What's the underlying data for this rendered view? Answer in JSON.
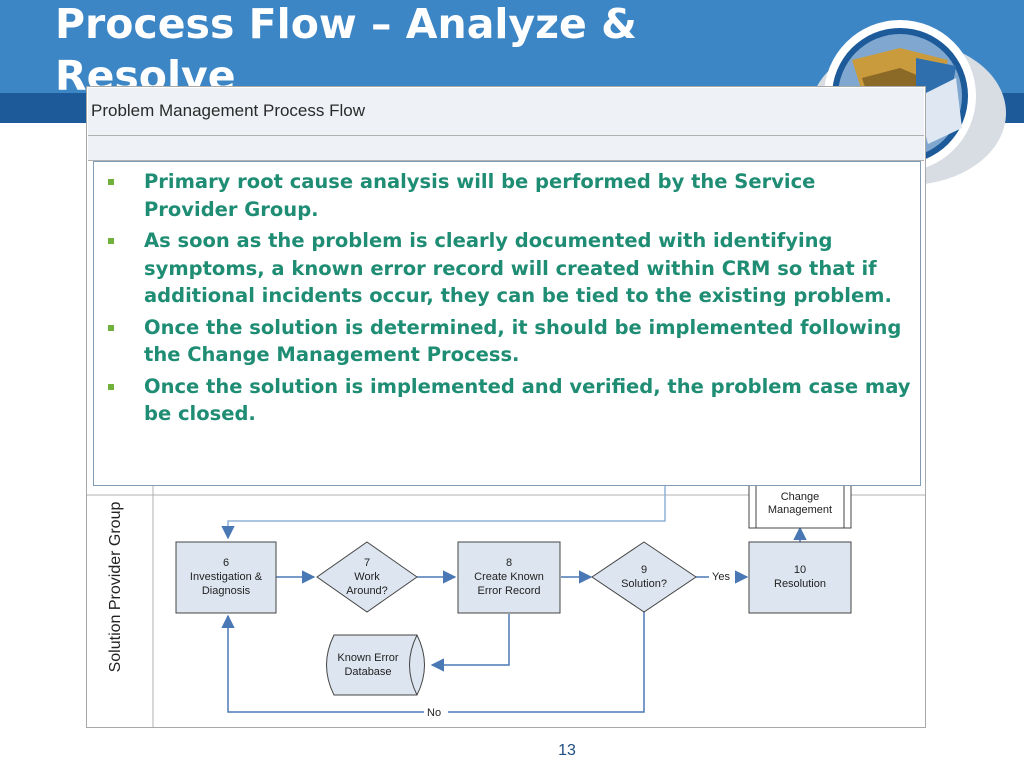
{
  "slide": {
    "title": "Process Flow – Analyze & Resolve",
    "page_number": "13"
  },
  "diagram": {
    "title": "Problem Management Process Flow",
    "lane_label": "Solution Provider Group",
    "nodes": {
      "change_mgmt": [
        "Change",
        "Management"
      ],
      "n6": [
        "6",
        "Investigation &",
        "Diagnosis"
      ],
      "n7": [
        "7",
        "Work",
        "Around?"
      ],
      "n8": [
        "8",
        "Create Known",
        "Error Record"
      ],
      "n9": [
        "9",
        "Solution?"
      ],
      "n10": [
        "10",
        "Resolution"
      ],
      "kedb": [
        "Known Error",
        "Database"
      ]
    },
    "edge_labels": {
      "yes": "Yes",
      "no": "No"
    }
  },
  "bullets": [
    "Primary root cause analysis will be performed by the Service Provider Group.",
    "As soon as the problem is clearly documented with identifying symptoms, a known error record will created within CRM so that if additional incidents occur, they can be tied to the existing problem.",
    "Once the solution is determined, it should be implemented following the Change Management Process.",
    "Once the solution is implemented and verified, the problem case may be closed."
  ],
  "colors": {
    "header": "#3d86c6",
    "header_dark": "#1c5a9a",
    "bullet_text": "#1f8d74",
    "bullet_mark": "#6fb13a",
    "node_fill": "#dde6f0",
    "arrow": "#4a78b5"
  }
}
